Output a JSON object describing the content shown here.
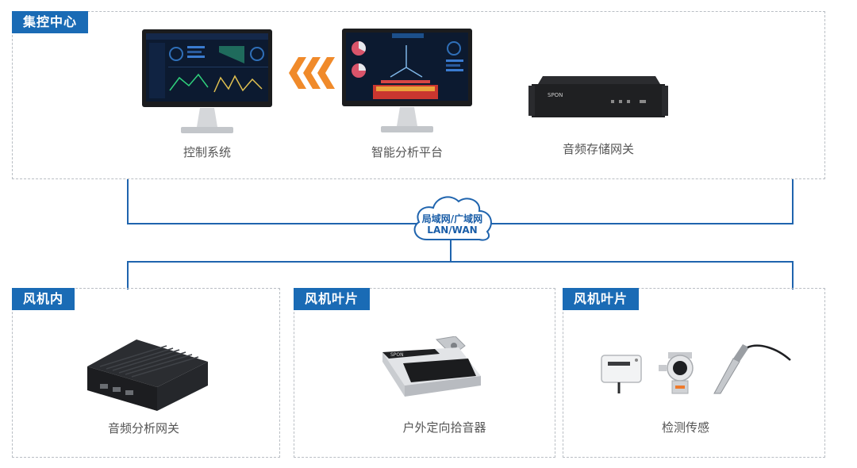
{
  "colors": {
    "accent": "#1a6bb5",
    "line": "#1f64ae",
    "arrow": "#f08a2a",
    "device_dark": "#1f2022",
    "screen_dark": "#0c1a30"
  },
  "center": {
    "tag": "集控中心",
    "items": [
      {
        "label": "控制系统",
        "icon": "monitor-dashboard-icon"
      },
      {
        "label": "智能分析平台",
        "icon": "monitor-analysis-icon"
      },
      {
        "label": "音频存储网关",
        "icon": "rack-server-icon"
      }
    ],
    "arrow_icon": "chevron-left-triple-icon"
  },
  "network": {
    "line1": "局域网/广域网",
    "line2": "LAN/WAN",
    "icon": "cloud-icon"
  },
  "bottom_panels": [
    {
      "tag": "风机内",
      "label": "音频分析网关",
      "icon": "gateway-box-icon"
    },
    {
      "tag": "风机叶片",
      "label": "户外定向拾音器",
      "icon": "directional-mic-icon"
    },
    {
      "tag": "风机叶片",
      "label": "检测传感",
      "icon": "sensors-icon"
    }
  ]
}
